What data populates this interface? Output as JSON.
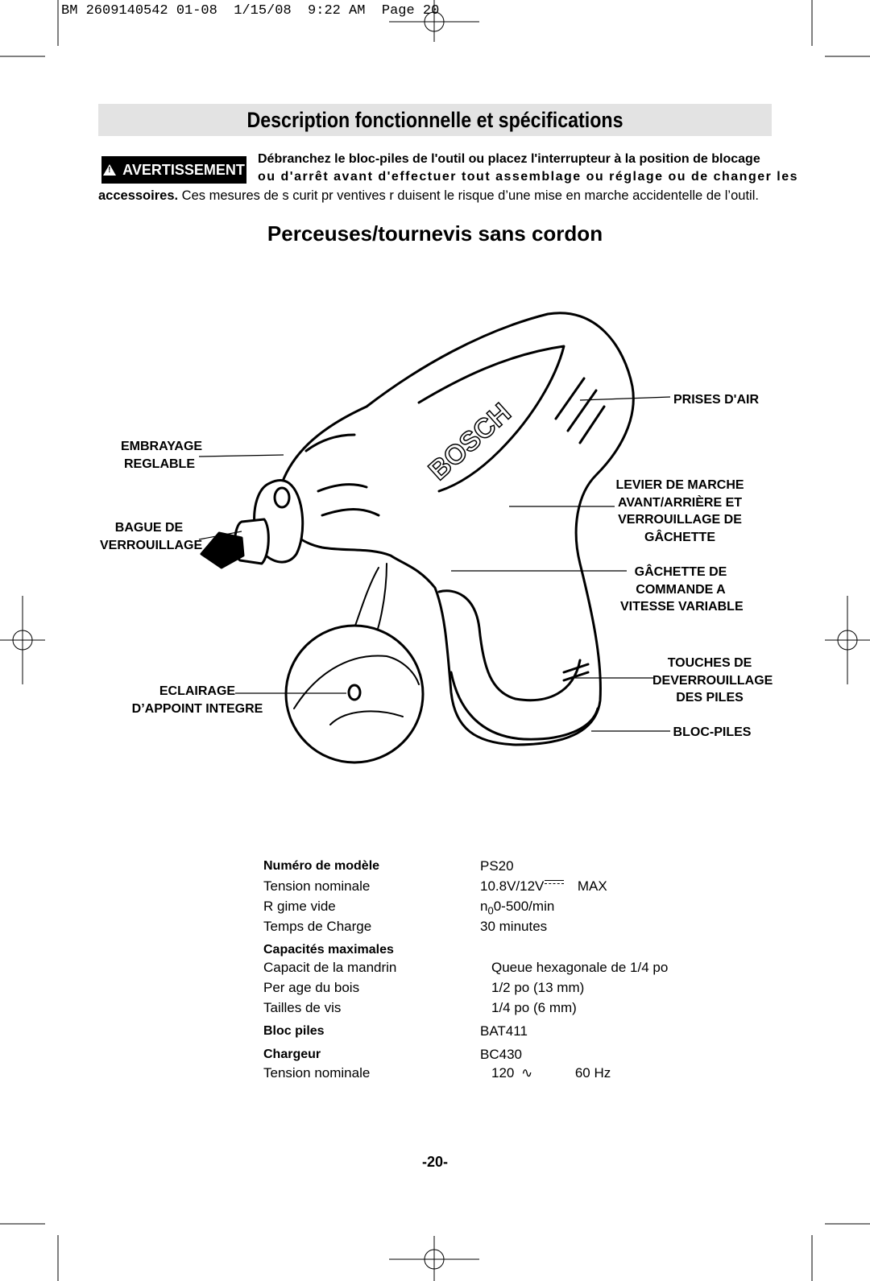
{
  "header": {
    "print_line": "BM 2609140542 01-08  1/15/08  9:22 AM  Page 20"
  },
  "title": "Description fonctionnelle et spécifications",
  "warning": {
    "badge_label": "AVERTISSEMENT",
    "line1": "Débranchez le bloc-piles de l'outil ou placez l'interrupteur à la position de blocage",
    "line2": "ou d'arrêt avant d'effectuer tout assemblage ou réglage ou de changer les",
    "line3_bold": "accessoires.",
    "line3_rest": " Ces mesures de s curit  pr ventives r duisent le risque d’une mise en marche accidentelle de l’outil."
  },
  "subtitle": "Perceuses/tournevis sans cordon",
  "figure": {
    "brand_mark": "BOSCH",
    "callouts": {
      "embrayage": [
        "EMBRAYAGE",
        "REGLABLE"
      ],
      "bague": [
        "BAGUE DE",
        "VERROUILLAGE"
      ],
      "eclairage": [
        "ECLAIRAGE",
        "D’APPOINT INTEGRE"
      ],
      "prises": [
        "PRISES D'AIR"
      ],
      "levier": [
        "LEVIER DE MARCHE",
        "AVANT/ARRIÈRE ET",
        "VERROUILLAGE DE",
        "GÂCHETTE"
      ],
      "gachette": [
        "GÂCHETTE DE",
        "COMMANDE A",
        "VITESSE VARIABLE"
      ],
      "touches": [
        "TOUCHES DE",
        "DEVERROUILLAGE",
        "DES PILES"
      ],
      "bloc": [
        "BLOC-PILES"
      ]
    }
  },
  "specs": {
    "model_label": "Numéro de modèle",
    "model_value": "PS20",
    "voltage_label": "Tension nominale",
    "voltage_value": "10.8V/12V",
    "voltage_max": "MAX",
    "speed_label": "R gime   vide",
    "speed_n": "n",
    "speed_sub": "0",
    "speed_value": "0-500/min",
    "charge_label": "Temps de Charge",
    "charge_value": "30 minutes",
    "capacities_heading": "Capacités maximales",
    "chuck_label": "Capacit  de la mandrin",
    "chuck_value": "Queue hexagonale de 1/4 po",
    "wood_label": "Per age du bois",
    "wood_value": "1/2 po (13 mm)",
    "screw_label": "Tailles de vis",
    "screw_value": "1/4 po (6 mm)",
    "battery_label": "Bloc piles",
    "battery_value": "BAT411",
    "charger_label": "Chargeur",
    "charger_value": "BC430",
    "charger_voltage_label": "Tension nominale",
    "charger_voltage_value": "120",
    "charger_freq": "60 Hz"
  },
  "page_number": "-20-"
}
